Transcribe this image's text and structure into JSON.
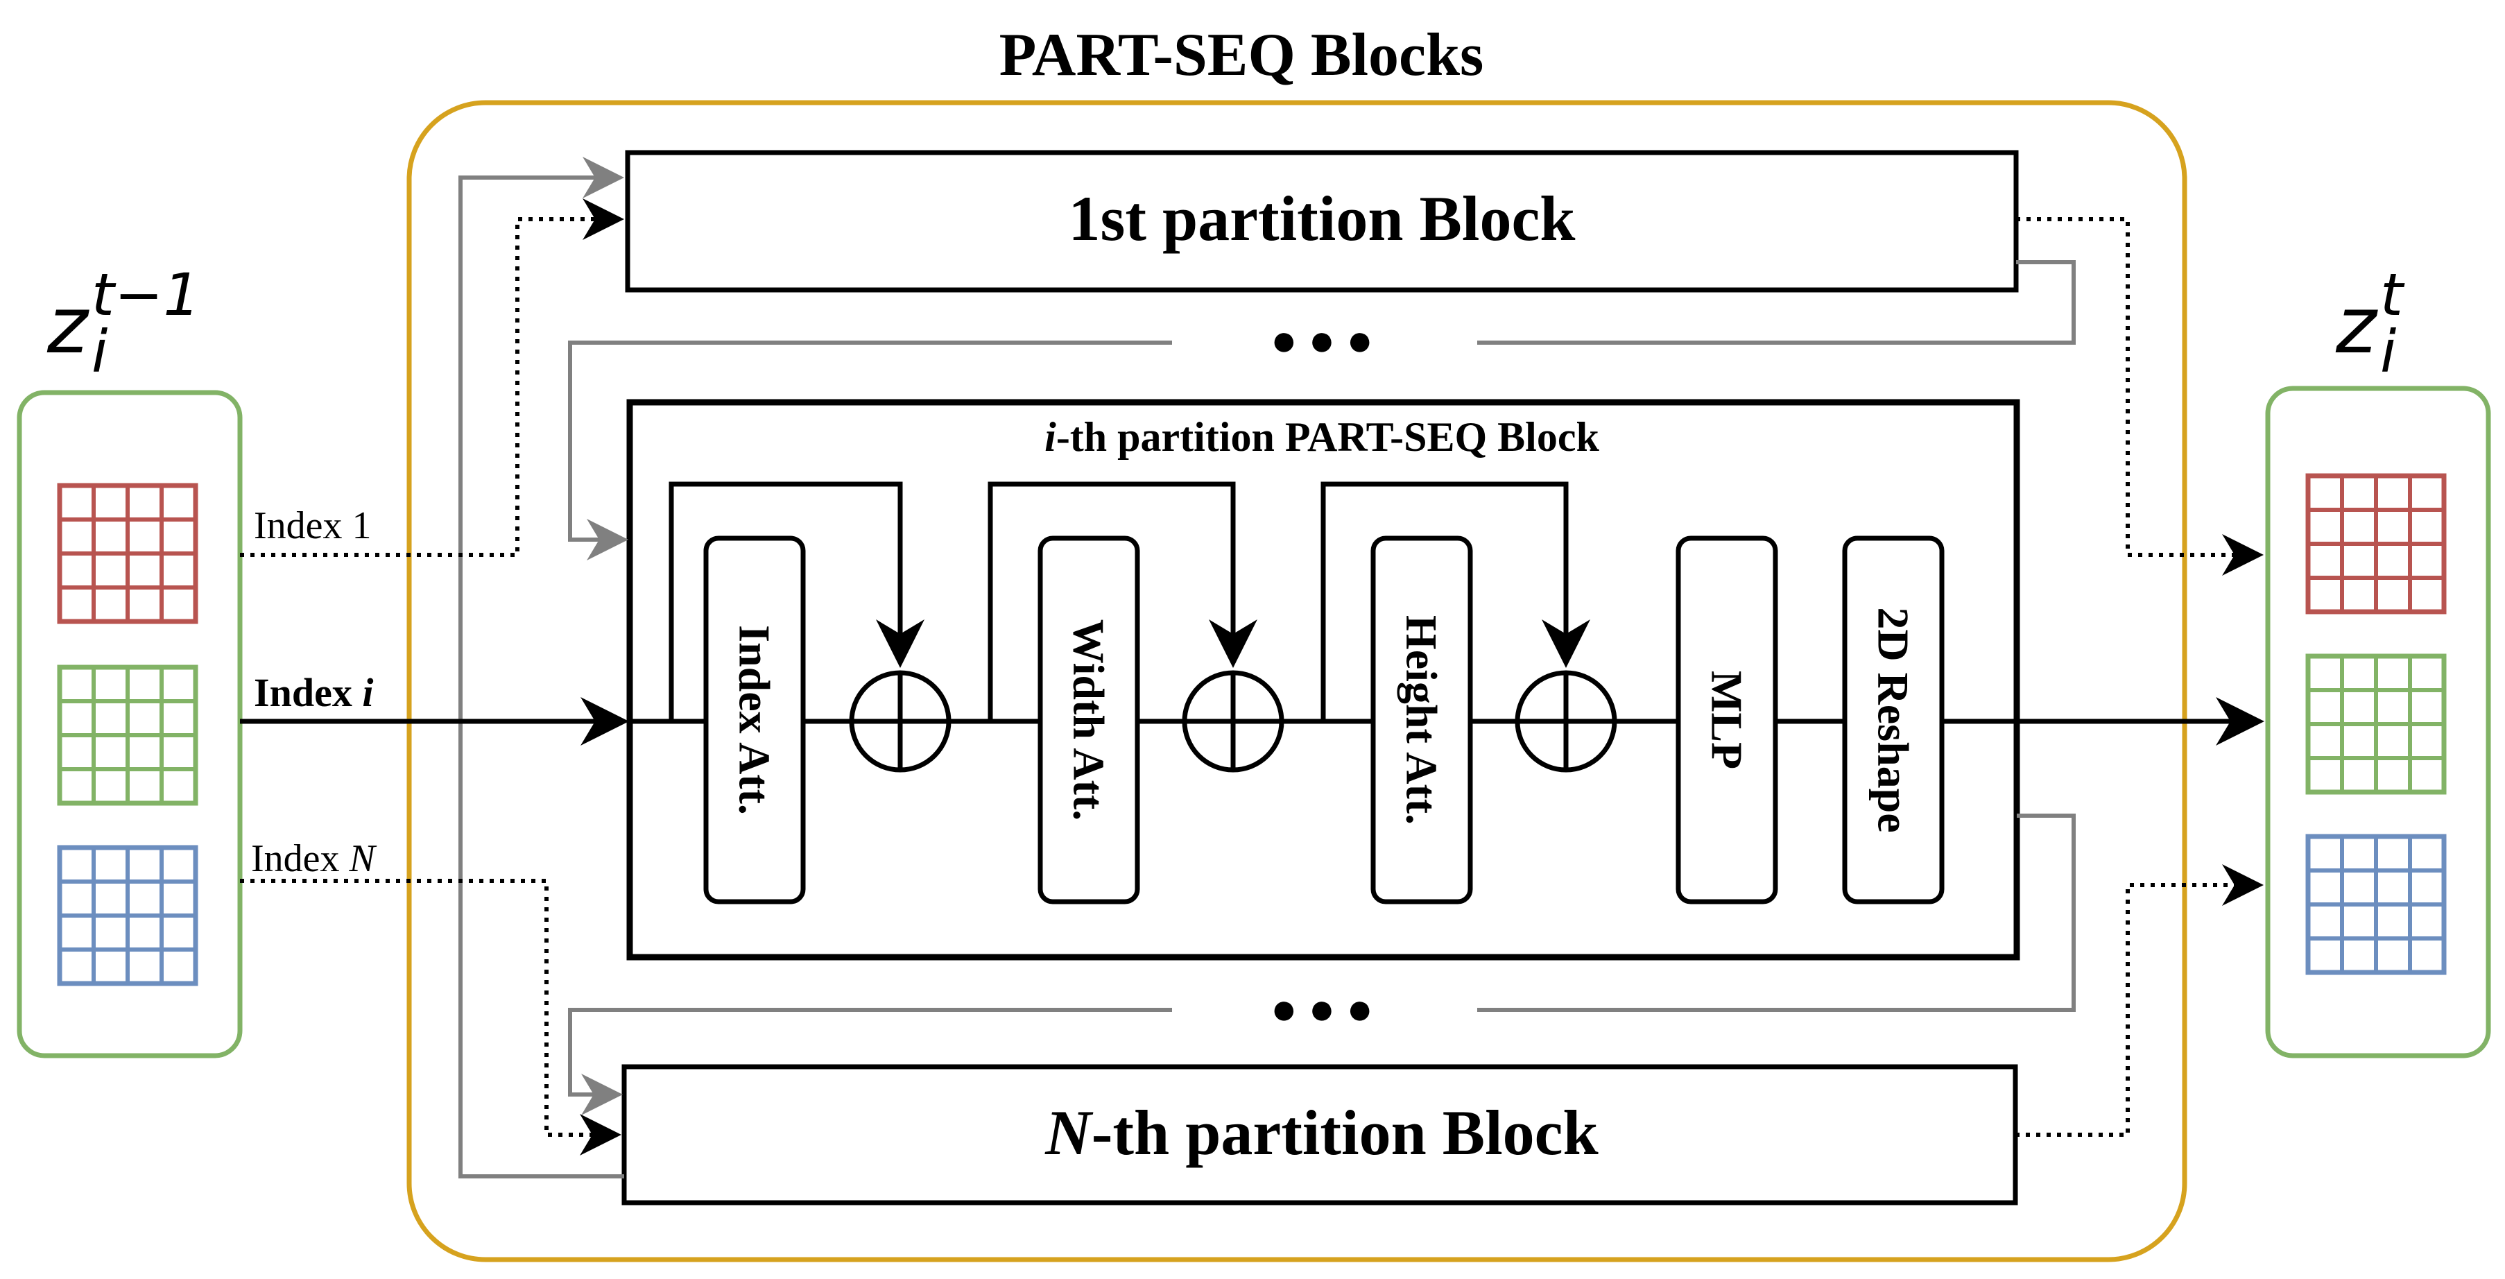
{
  "diagram": {
    "title": "PART-SEQ Blocks",
    "first_block_label": "1st partition Block",
    "inner_block_title_italic": "i",
    "inner_block_title_rest": "-th partition PART-SEQ Block",
    "last_block_label_italic": "N",
    "last_block_label_rest": "-th partition Block",
    "ellipsis": "● ● ●",
    "operations": [
      "Index Att.",
      "Width Att.",
      "Height Att.",
      "MLP",
      "2D Reshape"
    ],
    "adder_symbol": "⊕",
    "index_1_label": "Index 1",
    "index_i_label": "Index ",
    "index_i_italic": "i",
    "index_n_label": "Index ",
    "index_n_italic": "N",
    "input_var": "z",
    "input_sub": "i",
    "input_sup": "t−1",
    "output_var": "z",
    "output_sub": "i",
    "output_sup": "t",
    "colors": {
      "outer_border": "#D6A21E",
      "io_border": "#82B366",
      "grid_red": "#B85450",
      "grid_green": "#82B366",
      "grid_blue": "#6C8EBF",
      "gray_line": "#808080",
      "black": "#000000"
    }
  }
}
